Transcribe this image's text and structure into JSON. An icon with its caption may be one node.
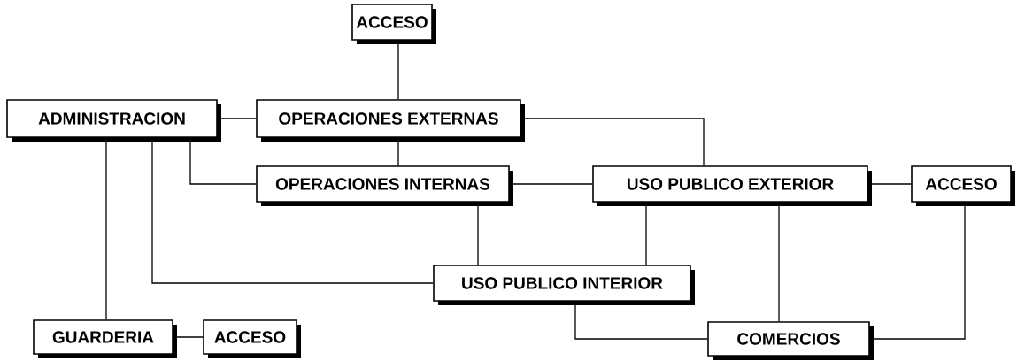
{
  "diagram": {
    "nodes": [
      {
        "text": [
          "ACCESO"
        ]
      },
      {
        "text": [
          "ADMINISTRACION"
        ]
      },
      {
        "text": [
          "OPERACIONES EXTERNAS"
        ]
      },
      {
        "text": [
          "OPERACIONES INTERNAS"
        ]
      },
      {
        "text": [
          "USO PUBLICO EXTERIOR"
        ]
      },
      {
        "text": [
          "ACCESO"
        ]
      },
      {
        "text": [
          "USO PUBLICO INTERIOR"
        ]
      },
      {
        "text": [
          "GUARDERIA"
        ]
      },
      {
        "text": [
          "ACCESO"
        ]
      },
      {
        "text": [
          "COMERCIOS"
        ]
      }
    ],
    "edges": [
      {
        "from": 0,
        "to": 2,
        "arrow": "none"
      },
      {
        "from": 1,
        "to": 2,
        "arrow": "none"
      },
      {
        "from": 2,
        "to": 3,
        "arrow": "none"
      },
      {
        "from": 2,
        "to": 4,
        "arrow": "none"
      },
      {
        "from": 1,
        "to": 3,
        "arrow": "none"
      },
      {
        "from": 3,
        "to": 4,
        "arrow": "none"
      },
      {
        "from": 4,
        "to": 5,
        "arrow": "none"
      },
      {
        "from": 3,
        "to": 6,
        "arrow": "none"
      },
      {
        "from": 4,
        "to": 6,
        "arrow": "none"
      },
      {
        "from": 1,
        "to": 6,
        "arrow": "none"
      },
      {
        "from": 1,
        "to": 7,
        "arrow": "none"
      },
      {
        "from": 7,
        "to": 8,
        "arrow": "none"
      },
      {
        "from": 6,
        "to": 9,
        "arrow": "none"
      },
      {
        "from": 4,
        "to": 9,
        "arrow": "none"
      },
      {
        "from": 5,
        "to": 9,
        "arrow": "none"
      }
    ]
  }
}
